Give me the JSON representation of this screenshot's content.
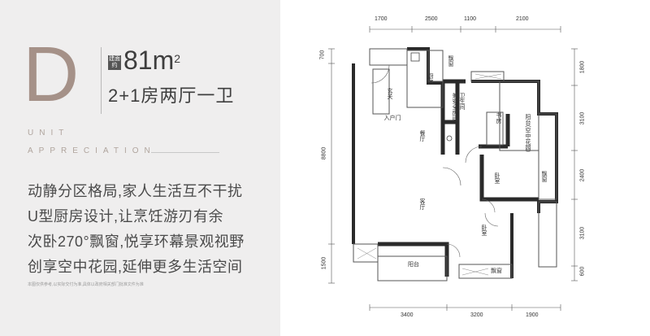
{
  "unit": {
    "letter": "D",
    "area_label": "建面约",
    "area_value": "81m",
    "area_unit_sup": "2",
    "layout_type": "2+1房两厅一卫",
    "english_line1": "UNIT",
    "english_line2": "APPRECIATION"
  },
  "features": [
    "动静分区格局,家人生活互不干扰",
    "U型厨房设计,让烹饪游刃有余",
    "次卧270°飘窗,悦享环幕景观视野",
    "创享空中花园,延伸更多生活空间"
  ],
  "disclaimer": "本图仅供参考,以实际交付为准,具体以政府相关部门批准文件为准",
  "floorplan": {
    "dims_top": [
      "1700",
      "2500",
      "1100",
      "2100"
    ],
    "dims_bottom": [
      "3400",
      "3200",
      "1900"
    ],
    "dims_left": [
      "700",
      "8800",
      "1500"
    ],
    "dims_right": [
      "1800",
      "3100",
      "2400",
      "3100",
      "600"
    ],
    "rooms": {
      "kitchen": "厨房",
      "bay1": "飘窗",
      "entry_closet": "玄关",
      "entry_door": "入户门",
      "bath": "卫生间",
      "safe_room": "兼安全房间",
      "study": "书房",
      "garden_balcony": "阳台(空中花园)",
      "dining": "餐厅",
      "bedroom_small": "卧室",
      "bay2": "飘窗",
      "living": "客厅",
      "bedroom_main": "卧室",
      "balcony": "阳台",
      "bay3": "飘窗"
    }
  }
}
